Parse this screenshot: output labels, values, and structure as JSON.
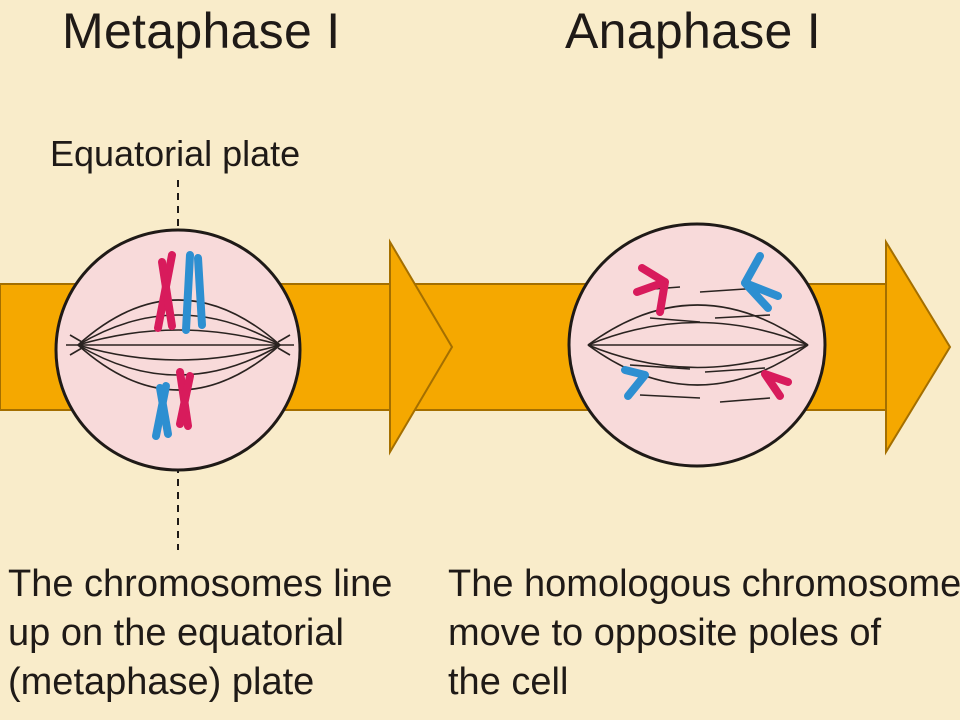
{
  "stages": [
    {
      "title": "Metaphase I",
      "label": "Equatorial plate",
      "description": [
        "The chromosomes line",
        "up on the equatorial",
        "(metaphase) plate"
      ]
    },
    {
      "title": "Anaphase I",
      "description": [
        "The homologous chromosomes",
        "move to opposite poles of",
        "the cell"
      ]
    }
  ],
  "colors": {
    "background": "#f9ecca",
    "arrow": "#f5a800",
    "cell_fill": "#f8dada",
    "chromosome_red": "#d81b5c",
    "chromosome_blue": "#2d8fd1",
    "text": "#1f1a17"
  }
}
